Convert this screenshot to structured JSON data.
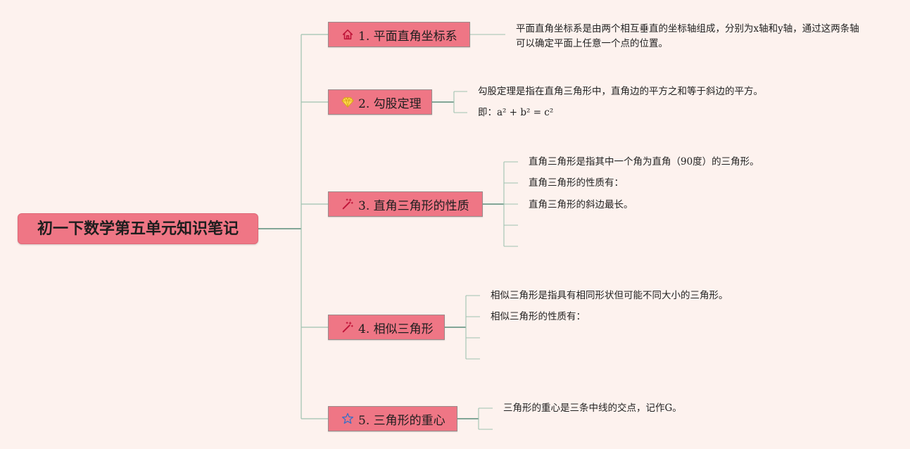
{
  "root": {
    "title": "初一下数学第五单元知识笔记"
  },
  "topics": [
    {
      "label": "1. 平面直角坐标系",
      "icon": "home-icon",
      "notes": [
        "平面直角坐标系是由两个相互垂直的坐标轴组成，分别为x轴和y轴，通过这两条轴可以确定平面上任意一个点的位置。"
      ]
    },
    {
      "label": "2. 勾股定理",
      "icon": "diamond-icon",
      "notes": [
        "勾股定理是指在直角三角形中，直角边的平方之和等于斜边的平方。",
        "即：a² + b² = c²"
      ]
    },
    {
      "label": "3. 直角三角形的性质",
      "icon": "magic-wand-icon",
      "notes": [
        "直角三角形是指其中一个角为直角（90度）的三角形。",
        "直角三角形的性质有：",
        "直角三角形的斜边最长。",
        "",
        ""
      ]
    },
    {
      "label": "4. 相似三角形",
      "icon": "magic-wand-icon",
      "notes": [
        "相似三角形是指具有相同形状但可能不同大小的三角形。",
        "相似三角形的性质有：",
        "",
        ""
      ]
    },
    {
      "label": "5. 三角形的重心",
      "icon": "star-icon",
      "notes": [
        "三角形的重心是三条中线的交点，记作G。",
        ""
      ]
    }
  ],
  "colors": {
    "background": "#fdf2ee",
    "node_fill": "#ef7685",
    "connector": "#5a8c7a",
    "connector_light": "#9fc2b0"
  }
}
